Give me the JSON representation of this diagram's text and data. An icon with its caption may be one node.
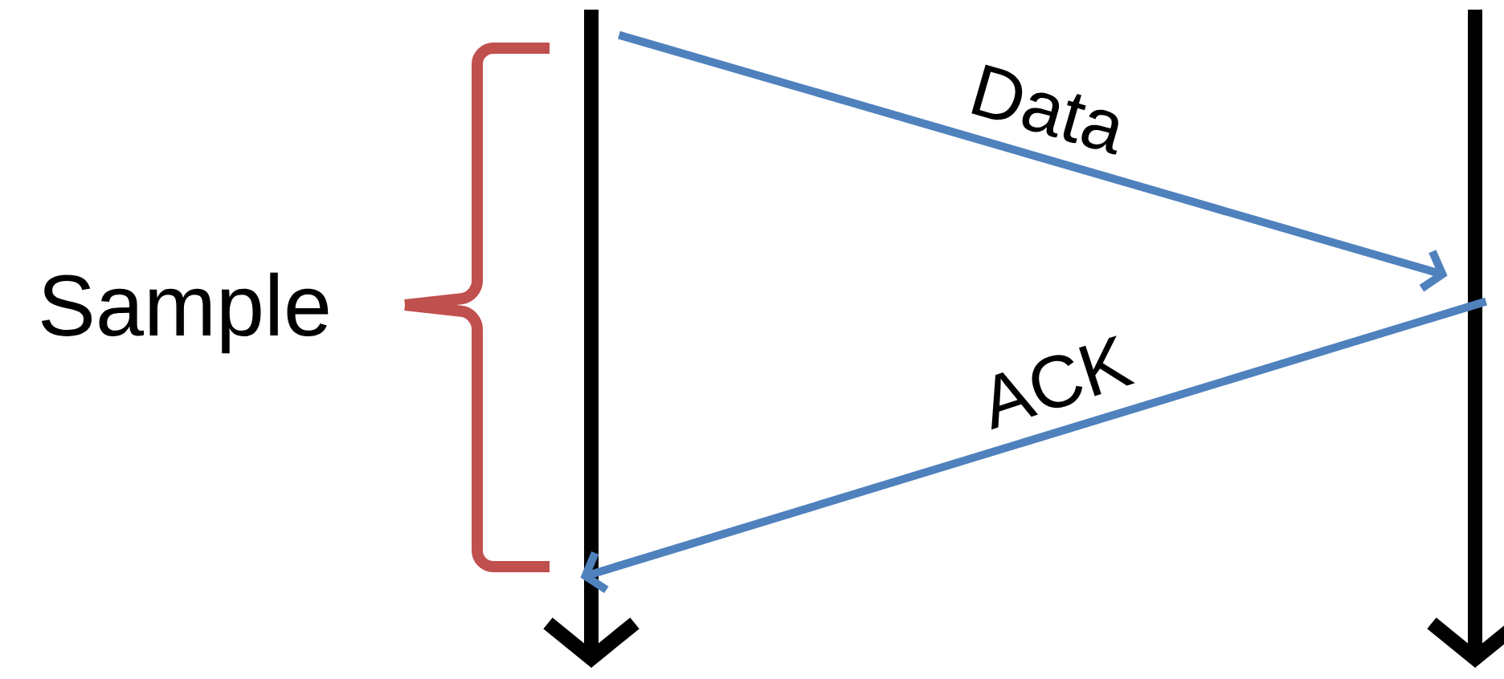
{
  "diagram": {
    "nodes": [
      {
        "text": [],
        "shape": "line"
      },
      {
        "text": [],
        "shape": "line"
      }
    ],
    "edges": [
      {
        "from": 0,
        "to": 1,
        "arrow": "to",
        "label": "Data",
        "color": "#4f81bd"
      },
      {
        "from": 1,
        "to": 0,
        "arrow": "to",
        "label": "ACK",
        "color": "#4f81bd"
      }
    ],
    "labels": [
      "Sample"
    ]
  }
}
